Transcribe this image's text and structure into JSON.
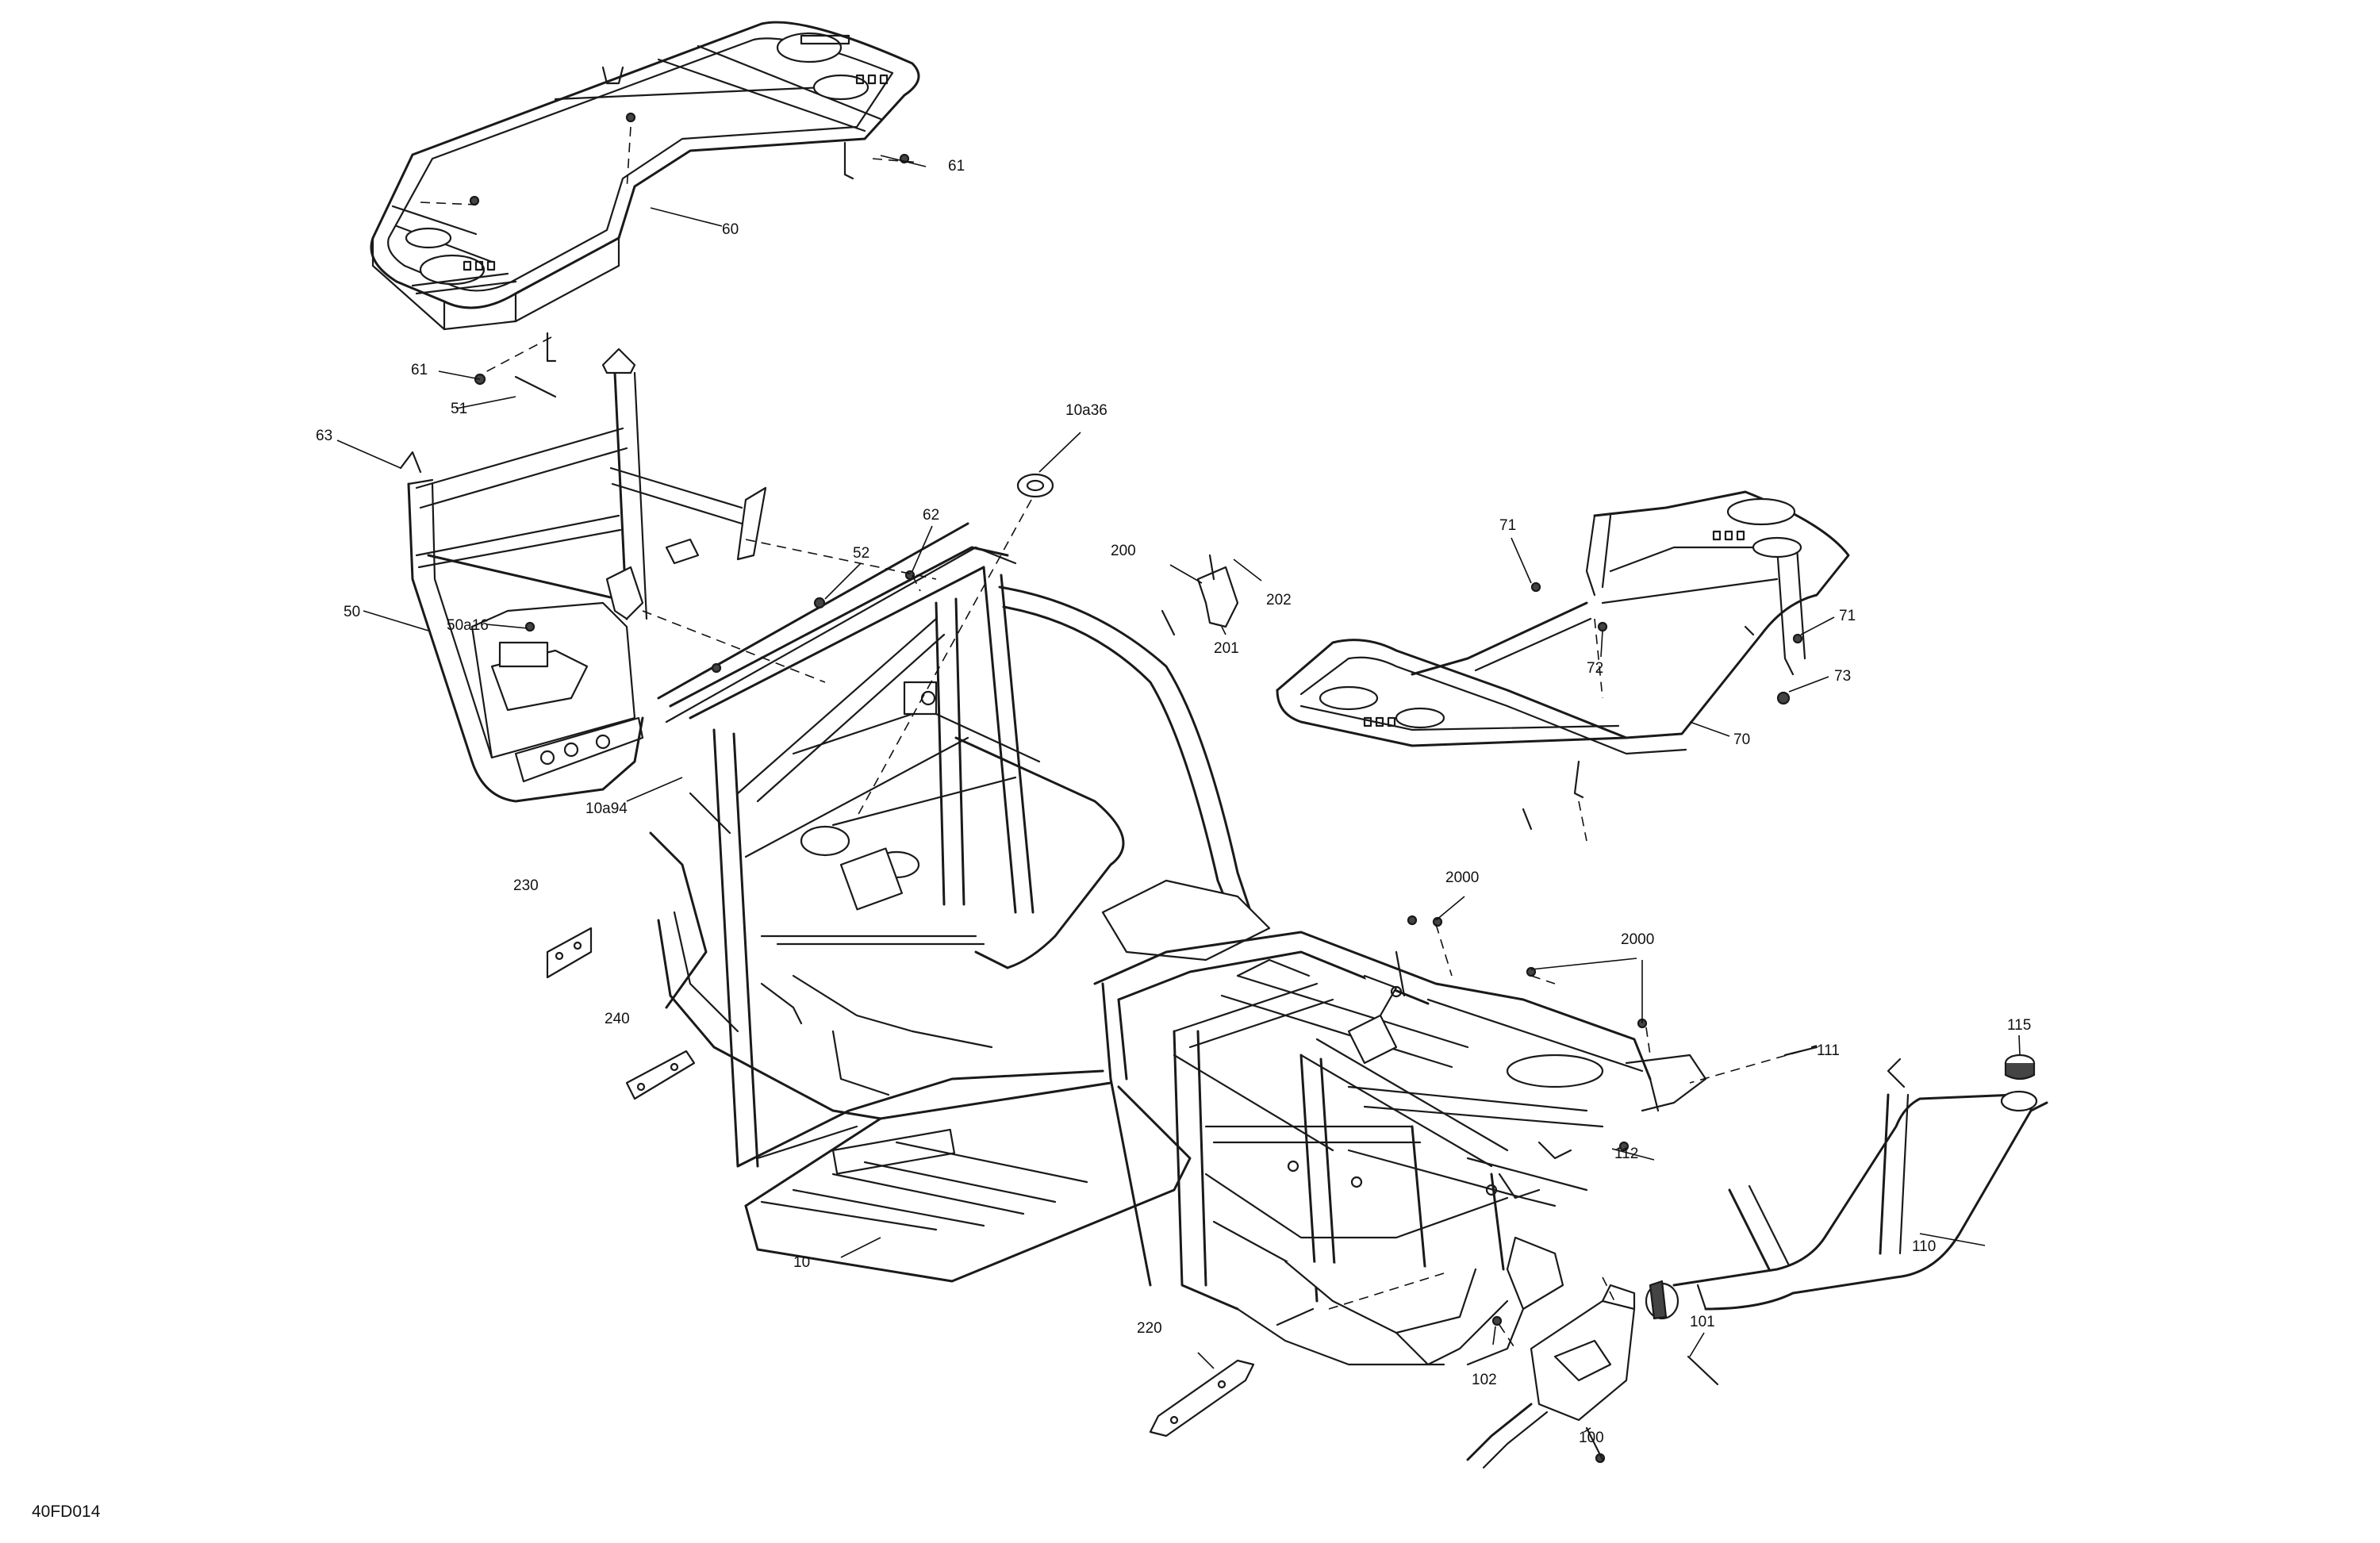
{
  "drawing_code": "40FD014",
  "callouts": {
    "c10": "10",
    "c10a36": "10a36",
    "c10a94": "10a94",
    "c50": "50",
    "c50a16": "50a16",
    "c51": "51",
    "c52": "52",
    "c60": "60",
    "c61_top": "61",
    "c61_left": "61",
    "c62": "62",
    "c63": "63",
    "c70": "70",
    "c71_top": "71",
    "c71_right": "71",
    "c72": "72",
    "c73": "73",
    "c100": "100",
    "c101": "101",
    "c102": "102",
    "c110": "110",
    "c111": "111",
    "c112": "112",
    "c115": "115",
    "c200": "200",
    "c201": "201",
    "c202": "202",
    "c220": "220",
    "c230": "230",
    "c240": "240",
    "c2000_a": "2000",
    "c2000_b": "2000"
  }
}
